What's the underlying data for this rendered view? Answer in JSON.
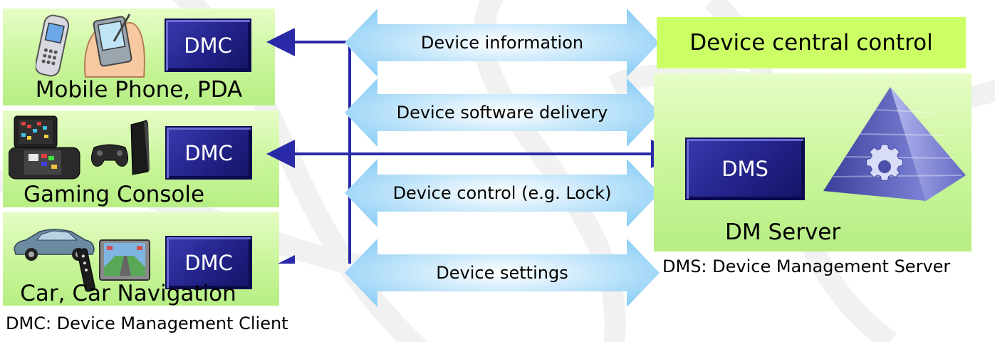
{
  "clients": [
    {
      "label": "Mobile Phone, PDA",
      "dmc": "DMC"
    },
    {
      "label": "Gaming Console",
      "dmc": "DMC"
    },
    {
      "label": "Car, Car Navigation",
      "dmc": "DMC"
    }
  ],
  "channels": [
    {
      "label": "Device information"
    },
    {
      "label": "Device software delivery"
    },
    {
      "label": "Device control (e.g. Lock)"
    },
    {
      "label": "Device settings"
    }
  ],
  "server": {
    "central_label": "Device central control",
    "dms": "DMS",
    "label": "DM Server",
    "caption": "DMS: Device Management Server"
  },
  "legend": {
    "dmc_caption": "DMC: Device Management Client"
  },
  "colors": {
    "panel_green": "#c9f59a",
    "central_green": "#ccff66",
    "box_blue": "#222288",
    "connector_blue": "#2a2aa8",
    "arrow_blue": "#9ad4f8"
  },
  "icons": [
    "mobile-phone-icon",
    "pda-icon",
    "handheld-console-icon",
    "gamepad-icon",
    "game-console-icon",
    "car-icon",
    "remote-icon",
    "navigation-screen-icon",
    "server-pyramid-gear-icon"
  ]
}
